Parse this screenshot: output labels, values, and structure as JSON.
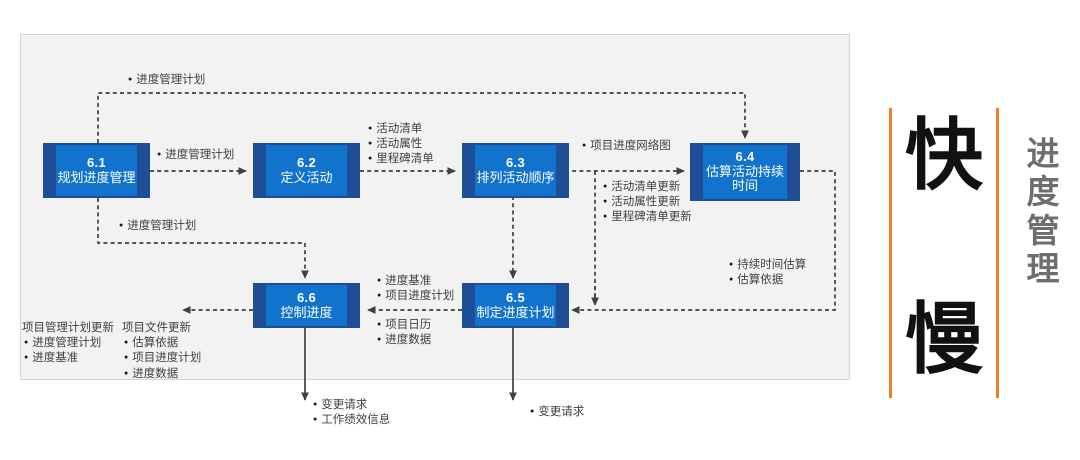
{
  "diagram": {
    "title_hidden": "",
    "boxes": [
      {
        "id": "6.1",
        "num": "6.1",
        "name": "规划进度管理"
      },
      {
        "id": "6.2",
        "num": "6.2",
        "name": "定义活动"
      },
      {
        "id": "6.3",
        "num": "6.3",
        "name": "排列活动顺序"
      },
      {
        "id": "6.4",
        "num": "6.4",
        "name": "估算活动持续时间"
      },
      {
        "id": "6.5",
        "num": "6.5",
        "name": "制定进度计划"
      },
      {
        "id": "6.6",
        "num": "6.6",
        "name": "控制进度"
      }
    ],
    "labels": {
      "top_feedback": "进度管理计划",
      "l1_to_l2": "进度管理计划",
      "l1_down": "进度管理计划",
      "l2_to_l3_a": "活动清单",
      "l2_to_l3_b": "活动属性",
      "l2_to_l3_c": "里程碑清单",
      "l3_to_l4": "项目进度网络图",
      "l3_upd_a": "活动清单更新",
      "l3_upd_b": "活动属性更新",
      "l3_upd_c": "里程碑清单更新",
      "l4_out_a": "持续时间估算",
      "l4_out_b": "估算依据",
      "l5_to_l6_a": "进度基准",
      "l5_to_l6_b": "项目进度计划",
      "l5_to_l6_c": "项目日历",
      "l5_to_l6_d": "进度数据",
      "out_pm_head": "项目管理计划更新",
      "out_pm_a": "进度管理计划",
      "out_pm_b": "进度基准",
      "out_doc_head": "项目文件更新",
      "out_doc_a": "估算依据",
      "out_doc_b": "项目进度计划",
      "out_doc_c": "进度数据",
      "bottom_66_a": "变更请求",
      "bottom_66_b": "工作绩效信息",
      "bottom_65_a": "变更请求"
    }
  },
  "hero": {
    "fast": "快",
    "slow": "慢",
    "vertical_title": "进度管理",
    "accent_color": "#f07f2a",
    "title_color": "#6e6e6e"
  },
  "theme": {
    "box_fill": "#1273cd",
    "box_frame": "#1f4e96",
    "panel_bg": "#f2f2f2",
    "wire_color": "#404040"
  }
}
